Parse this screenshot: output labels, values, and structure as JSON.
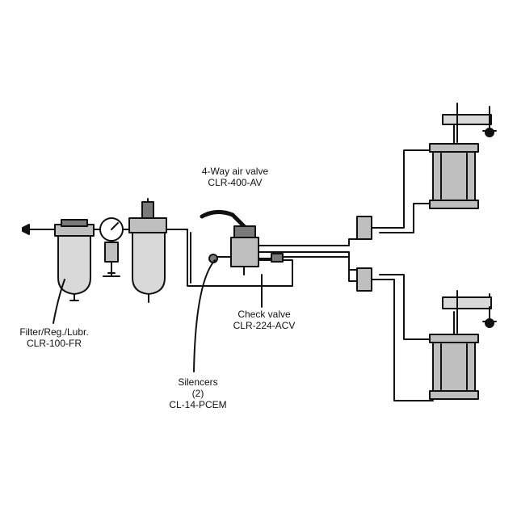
{
  "labels": {
    "air_valve": {
      "line1": "4-Way air valve",
      "line2": "CLR-400-AV"
    },
    "check_valve": {
      "line1": "Check valve",
      "line2": "CLR-224-ACV"
    },
    "frl": {
      "line1": "Filter/Reg./Lubr.",
      "line2": "CLR-100-FR"
    },
    "silencers": {
      "line1": "Silencers",
      "line2": "(2)",
      "line3": "CL-14-PCEM"
    }
  },
  "colors": {
    "ink": "#111111",
    "fill_gray": "#bfbfbf",
    "fill_dark": "#7a7a7a",
    "background": "#ffffff"
  }
}
